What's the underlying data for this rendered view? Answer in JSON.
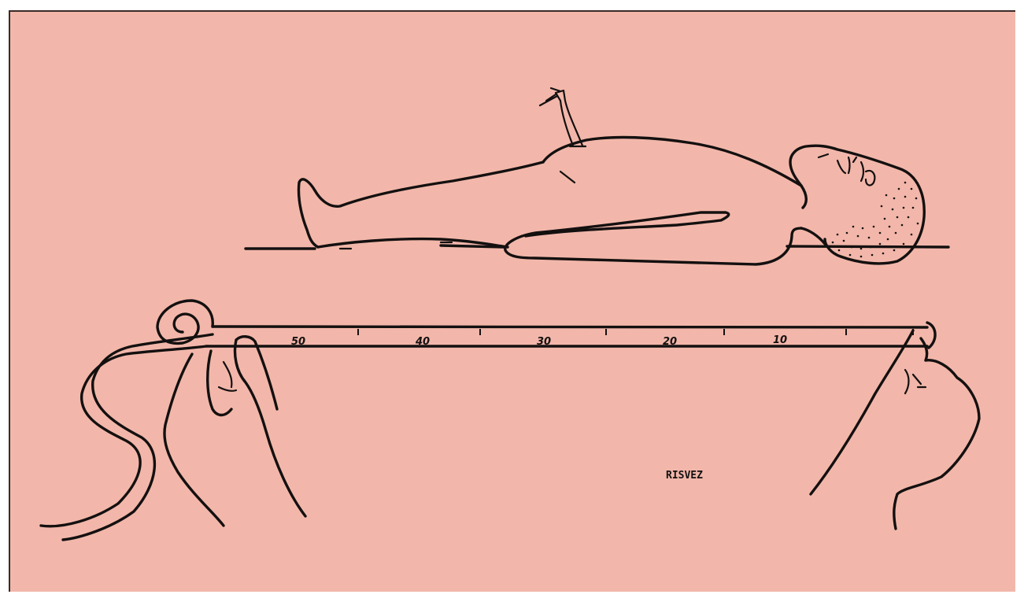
{
  "illustration": {
    "background_color": "#f2b7aa",
    "ink_color": "#141010",
    "subject": "infant-lying-supine",
    "tool": "measuring-tape",
    "tape_scale_labels": [
      "50",
      "40",
      "30",
      "20",
      "10"
    ],
    "signature": "RISVEZ"
  }
}
